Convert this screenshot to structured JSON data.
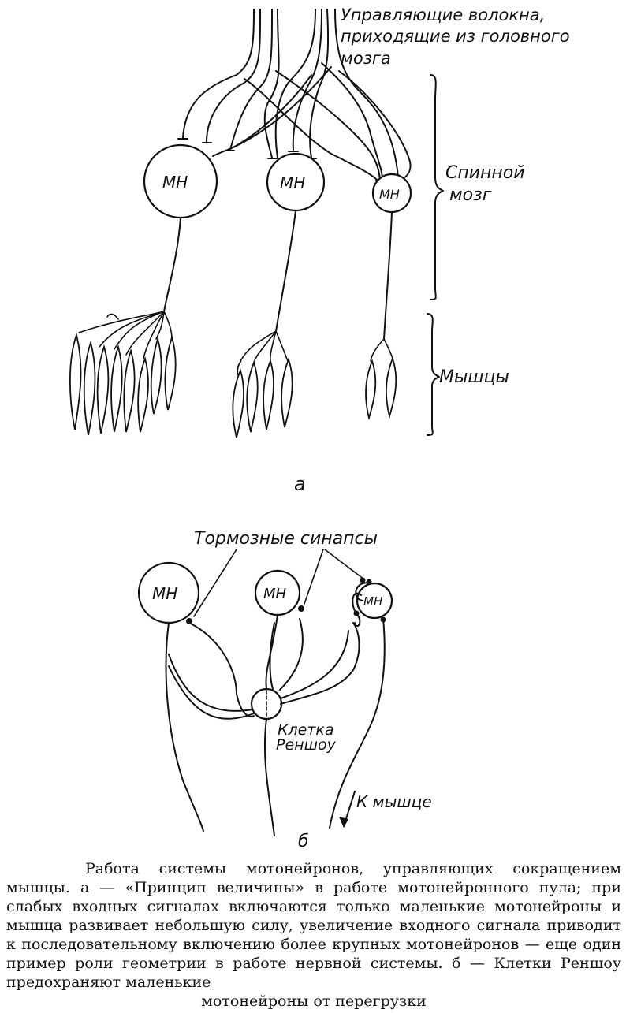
{
  "panel_a": {
    "input_label_1": "Управляющие волокна,",
    "input_label_2": "приходящие из головного",
    "input_label_3": "мозга",
    "spinal_label_1": "Спинной",
    "spinal_label_2": "мозг",
    "muscles_label": "Мышцы",
    "neuron_labels": [
      "МН",
      "МН",
      "МН"
    ],
    "panel_letter": "а"
  },
  "panel_b": {
    "synapses_label": "Тормозные синапсы",
    "neuron_labels": [
      "МН",
      "МН",
      "МН"
    ],
    "renshaw_label_1": "Клетка",
    "renshaw_label_2": "Реншоу",
    "to_muscle_label": "К мышце",
    "panel_letter": "б"
  },
  "caption": {
    "body": "Работа системы мотонейронов, управляющих сокращением мышцы. а — «Принцип величины» в работе мотонейронного пула; при слабых входных сигналах включаются только маленькие мотонейроны и мышца развивает небольшую силу, увеличение входного сигнала приводит к последовательному включению более крупных мотонейронов — еще один пример роли геометрии в работе нервной системы. б — Клетки Реншоу предохраняют маленькие",
    "last_line": "мотонейроны от перегрузки"
  }
}
